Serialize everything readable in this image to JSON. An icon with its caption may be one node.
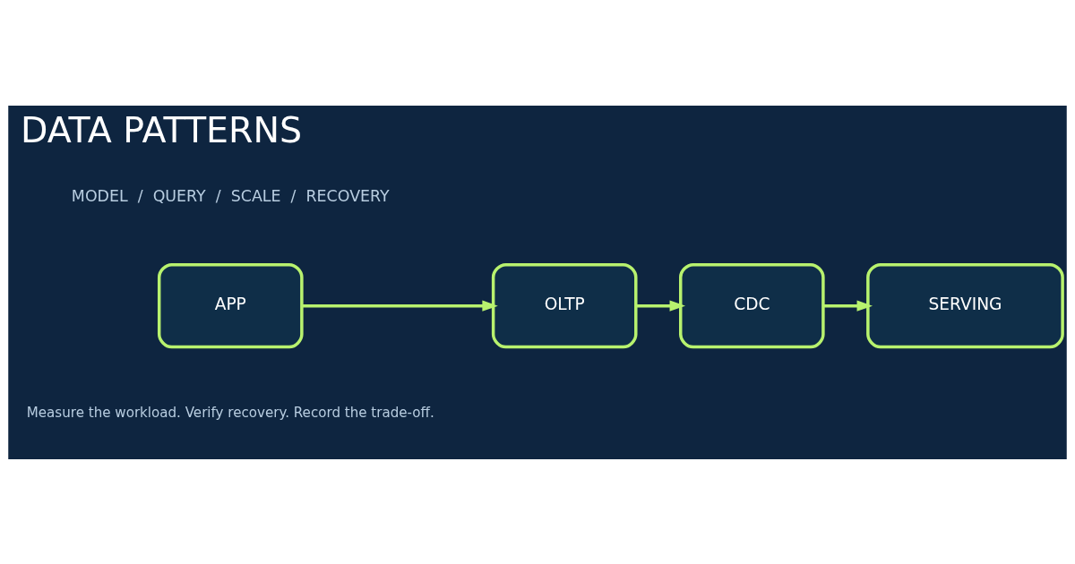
{
  "diagram": {
    "title": "DATA PATTERNS",
    "nodes": [
      {
        "text": [
          "APP"
        ]
      },
      {
        "text": [
          "OLTP"
        ]
      },
      {
        "text": [
          "CDC"
        ]
      },
      {
        "text": [
          "SERVING"
        ]
      }
    ],
    "edges": [
      {
        "from": 0,
        "to": 1,
        "arrow": "to"
      },
      {
        "from": 1,
        "to": 2,
        "arrow": "to"
      },
      {
        "from": 2,
        "to": 3,
        "arrow": "to"
      }
    ],
    "labels": [
      "MODEL  /  QUERY  /  SCALE  /  RECOVERY",
      "Measure the workload. Verify recovery. Record the trade-off."
    ]
  }
}
